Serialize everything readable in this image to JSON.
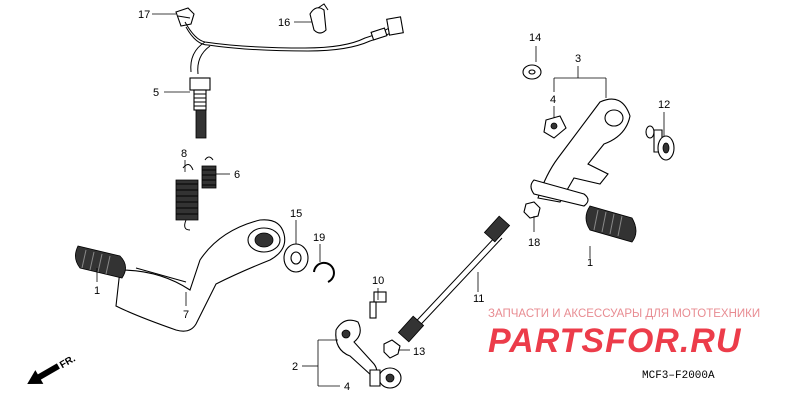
{
  "callouts": {
    "c17": "17",
    "c16": "16",
    "c5": "5",
    "c8": "8",
    "c6": "6",
    "c15": "15",
    "c19": "19",
    "c1_left": "1",
    "c7": "7",
    "c14": "14",
    "c3": "3",
    "c4_top": "4",
    "c12": "12",
    "c18": "18",
    "c1_right": "1",
    "c11": "11",
    "c10": "10",
    "c2": "2",
    "c13": "13",
    "c4_bottom": "4"
  },
  "direction": {
    "label": "FR."
  },
  "diagram_code": "MCF3–F2000A",
  "watermark": {
    "subtitle": "ЗАПЧАСТИ И АКСЕССУАРЫ ДЛЯ МОТОТЕХНИКИ",
    "brand": "PARTSFOR.RU"
  },
  "colors": {
    "watermark_red": "#ec3c4a",
    "watermark_pink": "#e88c92",
    "ink": "#000000"
  }
}
